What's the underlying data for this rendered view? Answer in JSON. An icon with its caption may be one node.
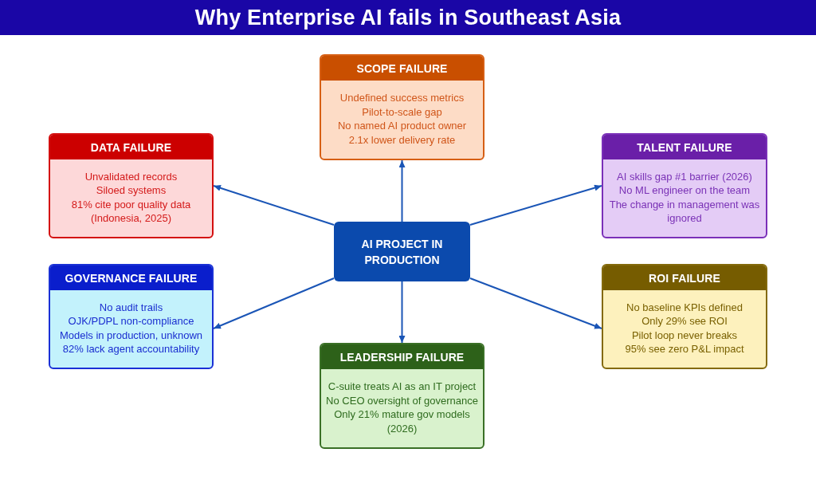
{
  "diagram": {
    "title": "Why Enterprise AI fails in Southeast Asia",
    "nodes": [
      {
        "text": [
          "SCOPE FAILURE",
          "Undefined success metrics",
          "Pilot-to-scale gap",
          "No named AI product owner",
          "2.1x lower delivery rate"
        ]
      },
      {
        "text": [
          "DATA FAILURE",
          "Unvalidated records",
          "Siloed systems",
          "81% cite poor quality data (Indonesia, 2025)"
        ]
      },
      {
        "text": [
          "TALENT FAILURE",
          "AI skills gap #1 barrier (2026)",
          "No ML engineer on the team",
          "The change in management was ignored"
        ]
      },
      {
        "text": [
          "AI PROJECT IN PRODUCTION"
        ]
      },
      {
        "text": [
          "GOVERNANCE FAILURE",
          "No audit trails",
          "OJK/PDPL non-compliance",
          "Models in production, unknown",
          "82% lack agent accountability"
        ]
      },
      {
        "text": [
          "ROI FAILURE",
          "No baseline KPIs defined",
          "Only 29% see ROI",
          "Pilot loop never breaks",
          "95% see zero P&L impact"
        ]
      },
      {
        "text": [
          "LEADERSHIP FAILURE",
          "C-suite treats AI as an IT project",
          "No CEO oversight of governance",
          "Only 21% mature gov models (2026)"
        ]
      }
    ],
    "edges": [
      {
        "from": 3,
        "to": 0,
        "arrow": "to"
      },
      {
        "from": 3,
        "to": 1,
        "arrow": "to"
      },
      {
        "from": 3,
        "to": 2,
        "arrow": "to"
      },
      {
        "from": 3,
        "to": 4,
        "arrow": "to"
      },
      {
        "from": 3,
        "to": 5,
        "arrow": "to"
      },
      {
        "from": 3,
        "to": 6,
        "arrow": "to"
      }
    ]
  }
}
